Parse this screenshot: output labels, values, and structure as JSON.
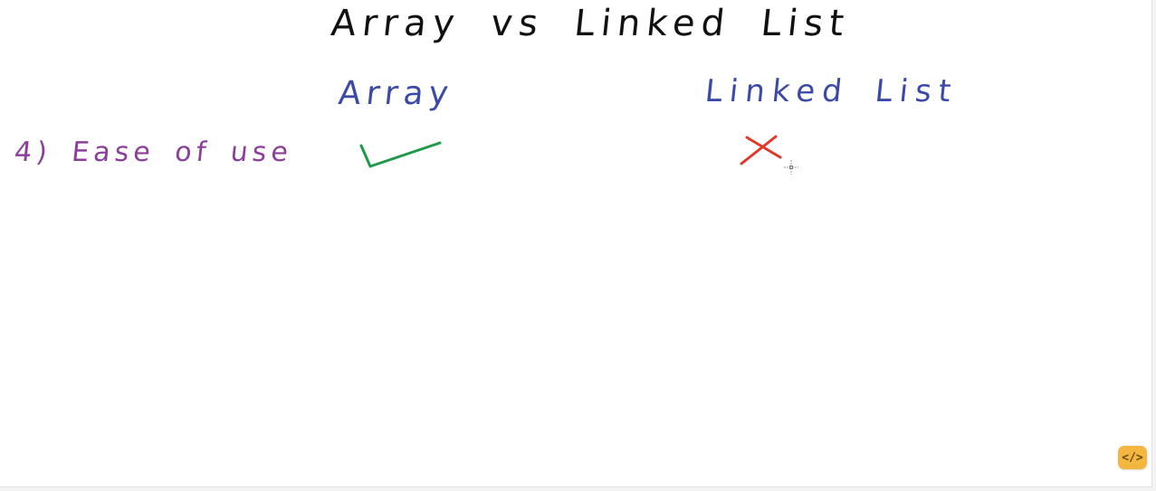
{
  "whiteboard": {
    "title": "Array vs Linked List",
    "columns": {
      "left_heading": "Array",
      "right_heading": "Linked List"
    },
    "rows": [
      {
        "label": "4) Ease of use",
        "array_mark": "check-mark",
        "linked_list_mark": "cross-mark"
      }
    ],
    "colors": {
      "title": "#111111",
      "headings": "#3b4aa8",
      "row_label": "#8a3f98",
      "check_mark": "#1f9a4a",
      "cross_mark": "#e0392b",
      "badge": "#f3b63f"
    }
  },
  "toolbar": {
    "code_badge_label": "</>",
    "code_badge_icon": "code-icon"
  },
  "cursor": {
    "icon": "crosshair-cursor-icon"
  }
}
